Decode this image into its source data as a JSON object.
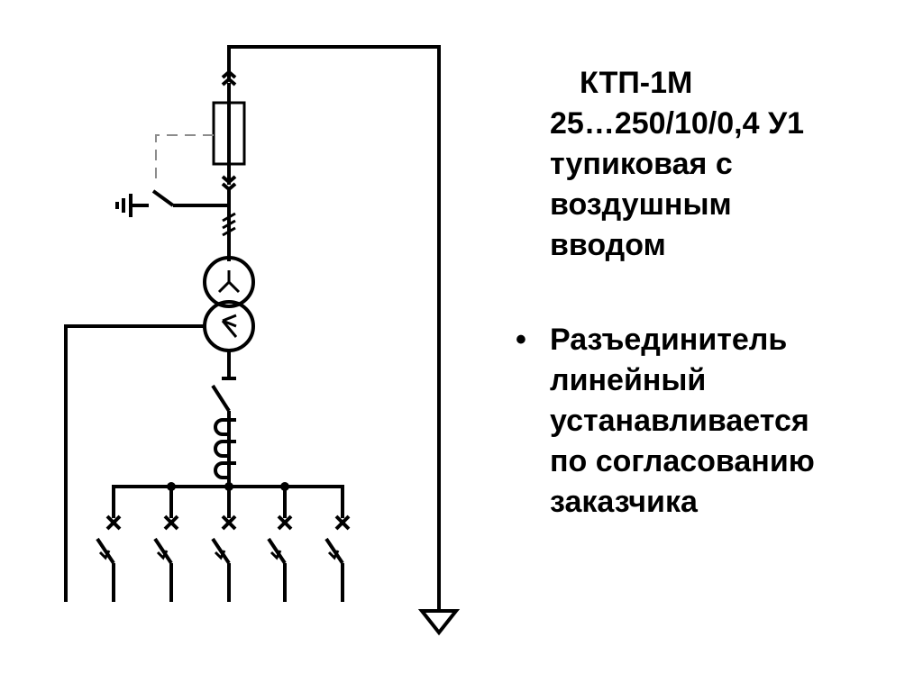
{
  "title_lines": [
    "КТП-1М",
    "25…250/10/0,4 У1",
    "тупиковая с",
    "воздушным",
    "вводом"
  ],
  "bullet": {
    "mark": "•",
    "lines": [
      "Разъединитель",
      "линейный",
      "устанавливается",
      "по согласованию",
      "заказчика"
    ]
  },
  "colors": {
    "line": "#000000",
    "dashed": "#8c8c8c",
    "background": "#ffffff"
  }
}
